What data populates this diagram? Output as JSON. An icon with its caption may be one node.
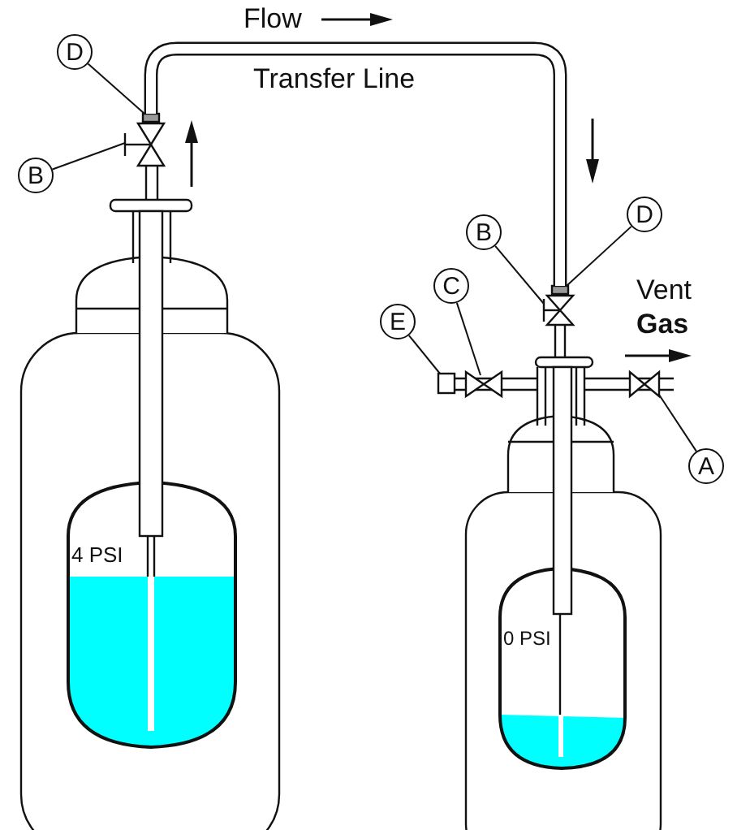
{
  "diagram": {
    "nodes": [
      {
        "text": [
          "D"
        ]
      },
      {
        "text": [
          "B"
        ]
      },
      {
        "text": [
          "D"
        ]
      },
      {
        "text": [
          "B"
        ]
      },
      {
        "text": [
          "C"
        ]
      },
      {
        "text": [
          "E"
        ]
      },
      {
        "text": [
          "A"
        ]
      },
      {
        "text": [],
        "shape": "box"
      },
      {
        "text": [],
        "shape": "valve"
      },
      {
        "text": [],
        "shape": "box"
      },
      {
        "text": [],
        "shape": "valve"
      },
      {
        "text": [],
        "shape": "valve"
      },
      {
        "text": [],
        "shape": "box"
      },
      {
        "text": [],
        "shape": "valve"
      }
    ],
    "edges": [
      {
        "from": 0,
        "to": 7,
        "arrow": "none"
      },
      {
        "from": 1,
        "to": 8,
        "arrow": "none"
      },
      {
        "from": 2,
        "to": 9,
        "arrow": "none"
      },
      {
        "from": 3,
        "to": 10,
        "arrow": "none"
      },
      {
        "from": 4,
        "to": 11,
        "arrow": "none"
      },
      {
        "from": 5,
        "to": 12,
        "arrow": "none"
      },
      {
        "from": 6,
        "to": 13,
        "arrow": "none"
      },
      {
        "from": 7,
        "to": 9,
        "arrow": "none",
        "style": "thick"
      }
    ],
    "labels": [
      "Flow",
      "Transfer Line",
      "Vent",
      "Gas",
      "4 PSI",
      "0 PSI"
    ]
  }
}
